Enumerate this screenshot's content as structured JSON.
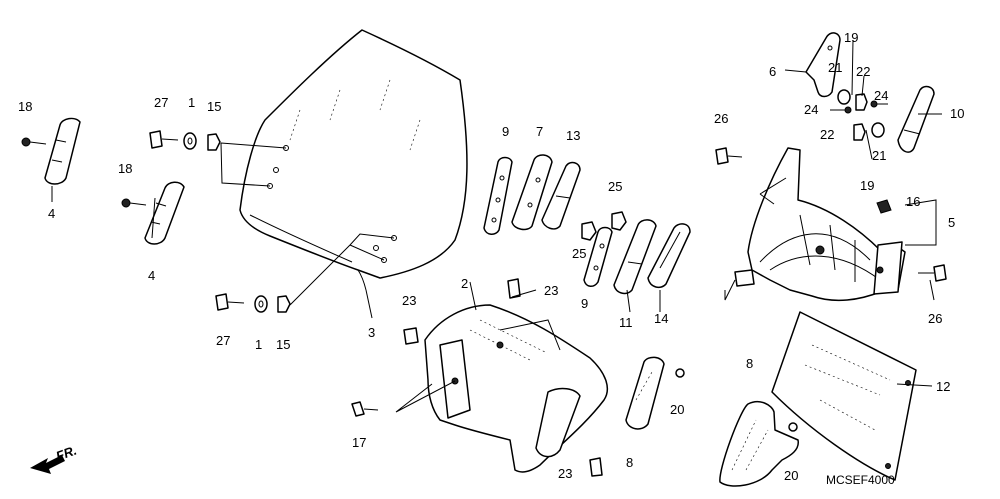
{
  "diagram": {
    "code": "MCSEF4000",
    "direction_label": "FR.",
    "callouts": [
      "18",
      "4",
      "18",
      "4",
      "27",
      "1",
      "15",
      "27",
      "1",
      "15",
      "3",
      "23",
      "2",
      "23",
      "17",
      "23",
      "9",
      "7",
      "13",
      "25",
      "25",
      "9",
      "11",
      "14",
      "8",
      "20",
      "8",
      "20",
      "12",
      "6",
      "19",
      "21",
      "22",
      "24",
      "24",
      "22",
      "19",
      "21",
      "10",
      "26",
      "16",
      "5",
      "26"
    ]
  }
}
